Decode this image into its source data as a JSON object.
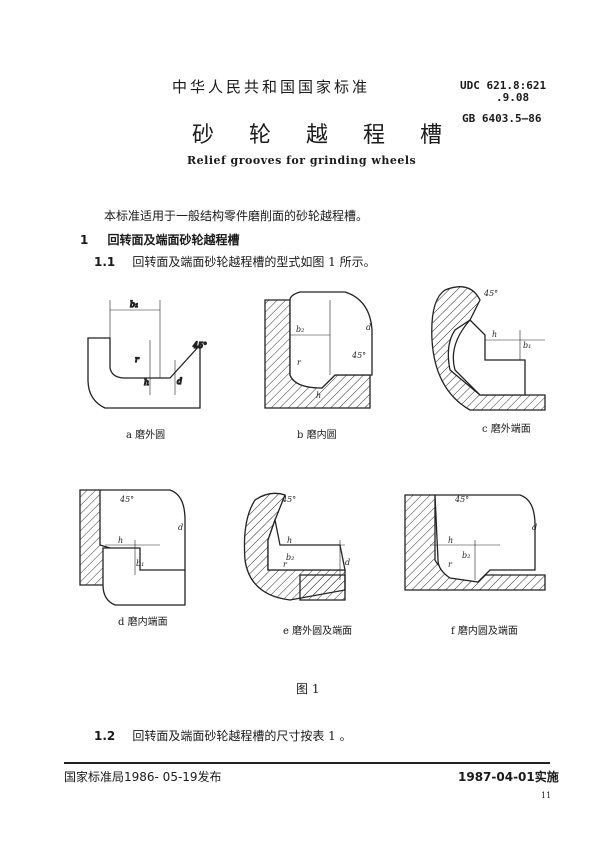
{
  "header": {
    "issuer": "中华人民共和国国家标准",
    "title_cn": "砂 轮 越 程 槽",
    "title_en": "Relief grooves for grinding wheels",
    "udc_line1": "UDC 621.8:621",
    "udc_line2": ".9.08",
    "gb_number": "GB 6403.5—86"
  },
  "body": {
    "intro": "本标准适用于一般结构零件磨削面的砂轮越程槽。",
    "section1_num": "1",
    "section1_title": "回转面及端面砂轮越程槽",
    "s11_num": "1.1",
    "s11_text": "回转面及端面砂轮越程槽的型式如图 1 所示。",
    "s12_num": "1.2",
    "s12_text": "回转面及端面砂轮越程槽的尺寸按表 1 。"
  },
  "figures": [
    {
      "caption": "a 磨外圆",
      "labels": {
        "b": "b₁",
        "r": "r",
        "h": "h",
        "angle": "45°",
        "d": "d"
      }
    },
    {
      "caption": "b 磨内圆",
      "labels": {
        "b": "b₂",
        "r": "r",
        "h": "h",
        "angle": "45°",
        "d": "d"
      }
    },
    {
      "caption": "c 磨外端面",
      "labels": {
        "b": "b₁",
        "h": "h",
        "angle": "45°"
      }
    },
    {
      "caption": "d 磨内端面",
      "labels": {
        "b": "b₁",
        "h": "h",
        "angle": "45°",
        "d": "d"
      }
    },
    {
      "caption": "e 磨外圆及端面",
      "labels": {
        "b": "b₂",
        "r": "r",
        "h": "h",
        "angle": "45°",
        "d": "d"
      }
    },
    {
      "caption": "f 磨内圆及端面",
      "labels": {
        "b": "b₂",
        "r": "r",
        "h": "h",
        "angle": "45°",
        "d": "d"
      }
    }
  ],
  "figure_label": "图 1",
  "footer": {
    "issued": "国家标准局1986- 05-19发布",
    "effective": "1987-04-01实施",
    "page": "11"
  }
}
